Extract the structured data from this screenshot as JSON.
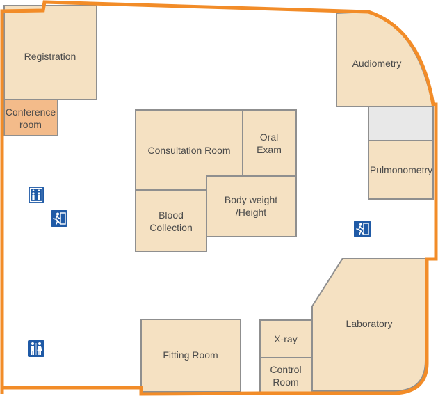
{
  "rooms": {
    "registration": "Registration",
    "conference_1": "Conference",
    "conference_2": "room",
    "audiometry": "Audiometry",
    "pulmonometry": "Pulmonometry",
    "consultation": "Consultation Room",
    "oral_1": "Oral",
    "oral_2": "Exam",
    "bodyweight_1": "Body weight",
    "bodyweight_2": "/Height",
    "blood_1": "Blood",
    "blood_2": "Collection",
    "laboratory": "Laboratory",
    "xray": "X-ray",
    "control_1": "Control",
    "control_2": "Room",
    "fitting": "Fitting Room"
  },
  "icons": {
    "elevator": "elevator-icon",
    "exit_left": "emergency-exit-icon",
    "exit_right": "emergency-exit-icon",
    "restroom": "restroom-icon"
  },
  "colors": {
    "outline": "#f28c28",
    "room_fill": "#f5e1c2",
    "room_highlight": "#f3bb8a",
    "icon_blue": "#1f5aa6"
  }
}
